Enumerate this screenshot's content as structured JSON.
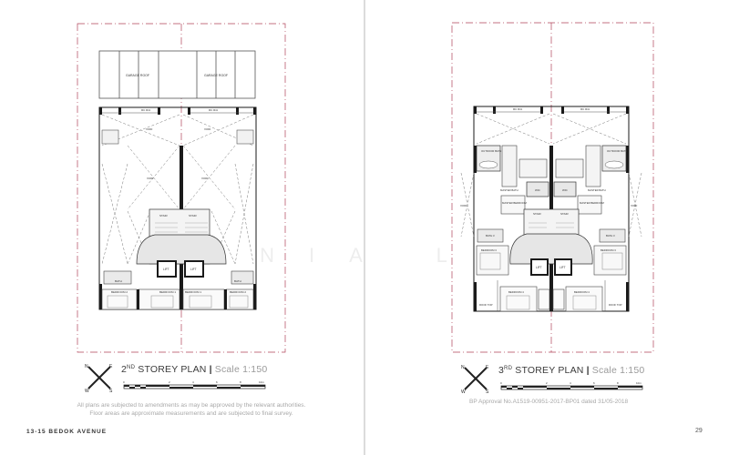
{
  "document": {
    "project_name": "13-15 BEDOK AVENUE",
    "page_number": "29",
    "watermark": "ONIA L"
  },
  "left_page": {
    "plan": {
      "title_num": "2",
      "title_sup": "ND",
      "title_rest": " STOREY PLAN",
      "separator": "|",
      "scale": "Scale 1:150",
      "room_labels": [
        "GARAGE ROOF",
        "GARAGE ROOF",
        "RC R/A",
        "RC R/A",
        "VOID",
        "VOID",
        "VOID",
        "VOID",
        "STAIR",
        "STAIR",
        "LIFT",
        "LIFT",
        "BATH",
        "BATH",
        "BEDROOM 1",
        "BEDROOM 1",
        "BEDROOM 2",
        "BEDROOM 2"
      ]
    },
    "scalebar": {
      "ticks": [
        "0",
        "2",
        "4",
        "6",
        "8",
        "10m"
      ]
    },
    "compass": {
      "labels": [
        "N",
        "E",
        "S",
        "W"
      ]
    },
    "disclaimer_line1": "All plans are subjected to amendments as may be approved by the relevant authorities.",
    "disclaimer_line2": "Floor areas are approximate measurements and are subjected to final survey."
  },
  "right_page": {
    "plan": {
      "title_num": "3",
      "title_sup": "RD",
      "title_rest": " STOREY PLAN",
      "separator": "|",
      "scale": "Scale 1:150",
      "room_labels": [
        "RC R/A",
        "RC R/A",
        "OUTDOOR BATH",
        "OUTDOOR BATH",
        "MASTER BATH",
        "MASTER BATH",
        "WIC",
        "WIC",
        "MASTER BEDROOM",
        "MASTER BEDROOM",
        "STAIR",
        "STAIR",
        "BATH 3",
        "BATH 3",
        "BEDROOM 3",
        "BEDROOM 3",
        "LIFT",
        "LIFT",
        "BEDROOM 4",
        "BEDROOM 4",
        "ROOF TOP",
        "ROOF TOP",
        "VOID",
        "VOID"
      ]
    },
    "scalebar": {
      "ticks": [
        "0",
        "2",
        "4",
        "6",
        "8",
        "10m"
      ]
    },
    "compass": {
      "labels": [
        "N",
        "E",
        "S",
        "W"
      ]
    },
    "bp_approval": "BP Approval No.A1519-00951-2017-BP01 dated 31/05-2018"
  },
  "colors": {
    "boundary_line": "#b0435a",
    "wall": "#1a1a1a",
    "line": "#555555",
    "muted_text": "#a8a8a8"
  }
}
